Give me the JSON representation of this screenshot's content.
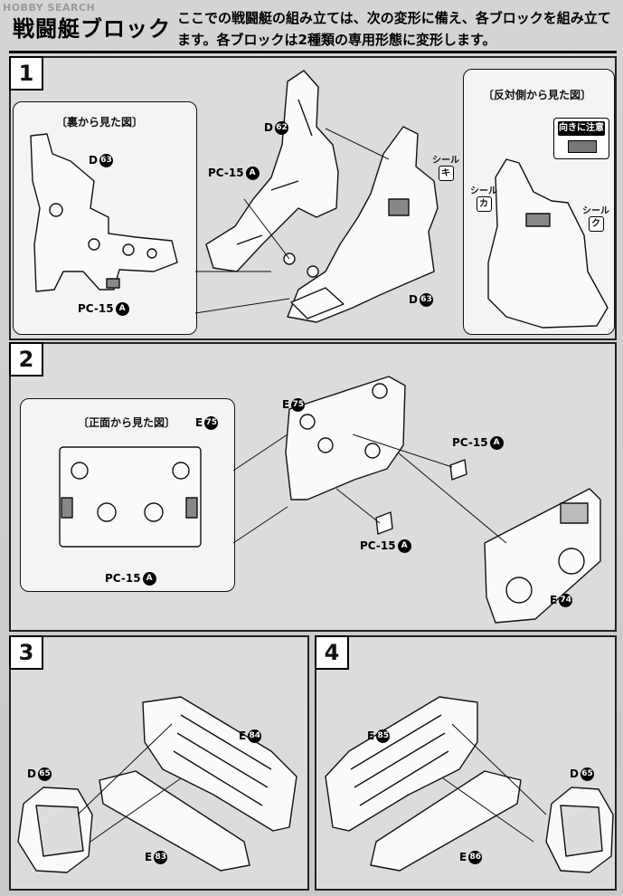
{
  "watermark": "HOBBY SEARCH",
  "header": {
    "title": "戦闘艇ブロック",
    "description": "ここでの戦闘艇の組み立ては、次の変形に備え、各ブロックを組み立てます。各ブロックは2種類の専用形態に変形します。"
  },
  "steps": [
    {
      "number": "1",
      "inset_left_title": "〔裏から見た図〕",
      "inset_right_title": "〔反対側から見た図〕",
      "caution_label": "向きに注意",
      "labels": {
        "d63_inset": "D",
        "d63_inset_num": "63",
        "pc15_inset": "PC-15",
        "pc15_inset_tag": "A",
        "d62": "D",
        "d62_num": "62",
        "pc15_main": "PC-15",
        "pc15_main_tag": "A",
        "d63_main": "D",
        "d63_main_num": "63",
        "seal_ki": "キ",
        "seal_ka": "カ",
        "seal_ku": "ク",
        "seal_word": "シール"
      }
    },
    {
      "number": "2",
      "inset_title": "〔正面から見た図〕",
      "labels": {
        "e75_inset": "E",
        "e75_inset_num": "75",
        "pc15_inset": "PC-15",
        "pc15_inset_tag": "A",
        "e75_main": "E",
        "e75_main_num": "75",
        "pc15_upper": "PC-15",
        "pc15_upper_tag": "A",
        "pc15_lower": "PC-15",
        "pc15_lower_tag": "A",
        "e74": "E",
        "e74_num": "74"
      }
    },
    {
      "number": "3",
      "labels": {
        "d65": "D",
        "d65_num": "65",
        "e84": "E",
        "e84_num": "84",
        "e83": "E",
        "e83_num": "83"
      }
    },
    {
      "number": "4",
      "labels": {
        "e85": "E",
        "e85_num": "85",
        "d65": "D",
        "d65_num": "65",
        "e86": "E",
        "e86_num": "86"
      }
    }
  ]
}
